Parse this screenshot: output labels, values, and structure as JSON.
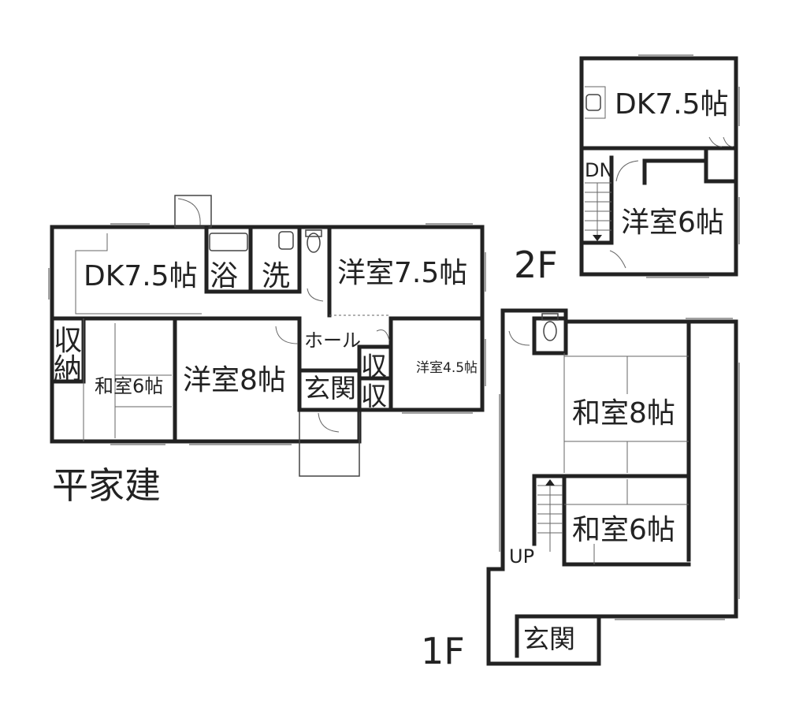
{
  "bungalow": {
    "caption": "平家建",
    "rooms": {
      "dk": "DK7.5帖",
      "bath": "浴",
      "wash": "洗",
      "western75": "洋室7.5帖",
      "storage_a": "収",
      "storage_b": "納",
      "japanese6": "和室6帖",
      "western8": "洋室8帖",
      "hall": "ホール",
      "entrance": "玄関",
      "closet1": "収",
      "closet2": "収",
      "western45": "洋室4.5帖"
    }
  },
  "second_floor": {
    "caption": "2F",
    "rooms": {
      "dk": "DK7.5帖",
      "down": "DN",
      "western6": "洋室6帖"
    }
  },
  "first_floor": {
    "caption": "1F",
    "rooms": {
      "japanese8": "和室8帖",
      "japanese6": "和室6帖",
      "up": "UP",
      "entrance": "玄関"
    }
  }
}
